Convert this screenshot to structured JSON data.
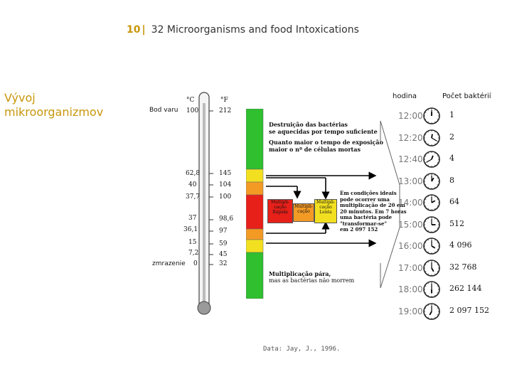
{
  "header": {
    "number": "10",
    "separator": "|",
    "title": "32 Microorganisms and food Intoxications"
  },
  "side_title": {
    "line1": "Vývoj",
    "line2": "mikroorganizmov"
  },
  "labels": {
    "boiling": "Bod varu",
    "freezing": "zmrazenie"
  },
  "columns": {
    "hour": "hodina",
    "count": "Počet baktérií"
  },
  "thermometer": {
    "celsius_unit": "°C",
    "fahrenheit_unit": "°F",
    "celsius": [
      "100",
      "62,8",
      "40",
      "37,7",
      "37",
      "36,1",
      "15",
      "7,2",
      "0"
    ],
    "fahrenheit": [
      "212",
      "145",
      "104",
      "100",
      "98,6",
      "97",
      "59",
      "45",
      "32"
    ]
  },
  "zones": {
    "top": [
      "Destruição das bactérias",
      "se aquecidas por tempo suficiente",
      "Quanto maior o tempo de exposição",
      "maior o nº de células mortas"
    ],
    "mid": [
      "Em condições ideais",
      "pode ocorrer uma",
      "multiplicação de 20 em",
      "20 minutos. Em 7 horas",
      "uma bactéria pode",
      "\"transformar-se\"",
      "em 2 097 152"
    ],
    "box_red": [
      "Multipli-",
      "cação",
      "Rápida"
    ],
    "box_orange": [
      "Multipli-",
      "cação"
    ],
    "box_yellow": [
      "Multipli-",
      "cação",
      "Lenta"
    ],
    "bottom": [
      "Multiplicação pára,",
      "mas as bactérias não morrem"
    ]
  },
  "schedule": {
    "times": [
      "12:00",
      "12:20",
      "12:40",
      "13:00",
      "14:00",
      "15:00",
      "16:00",
      "17:00",
      "18:00",
      "19:00"
    ],
    "counts": [
      "1",
      "2",
      "4",
      "8",
      "64",
      "512",
      "4 096",
      "32 768",
      "262 144",
      "2 097 152"
    ]
  },
  "source": "Data: Jay, J., 1996.",
  "colors": {
    "accent": "#c8960a",
    "green": "#2fbf2f",
    "yellow": "#f2e020",
    "red": "#e8201a",
    "orange": "#f39a25"
  }
}
